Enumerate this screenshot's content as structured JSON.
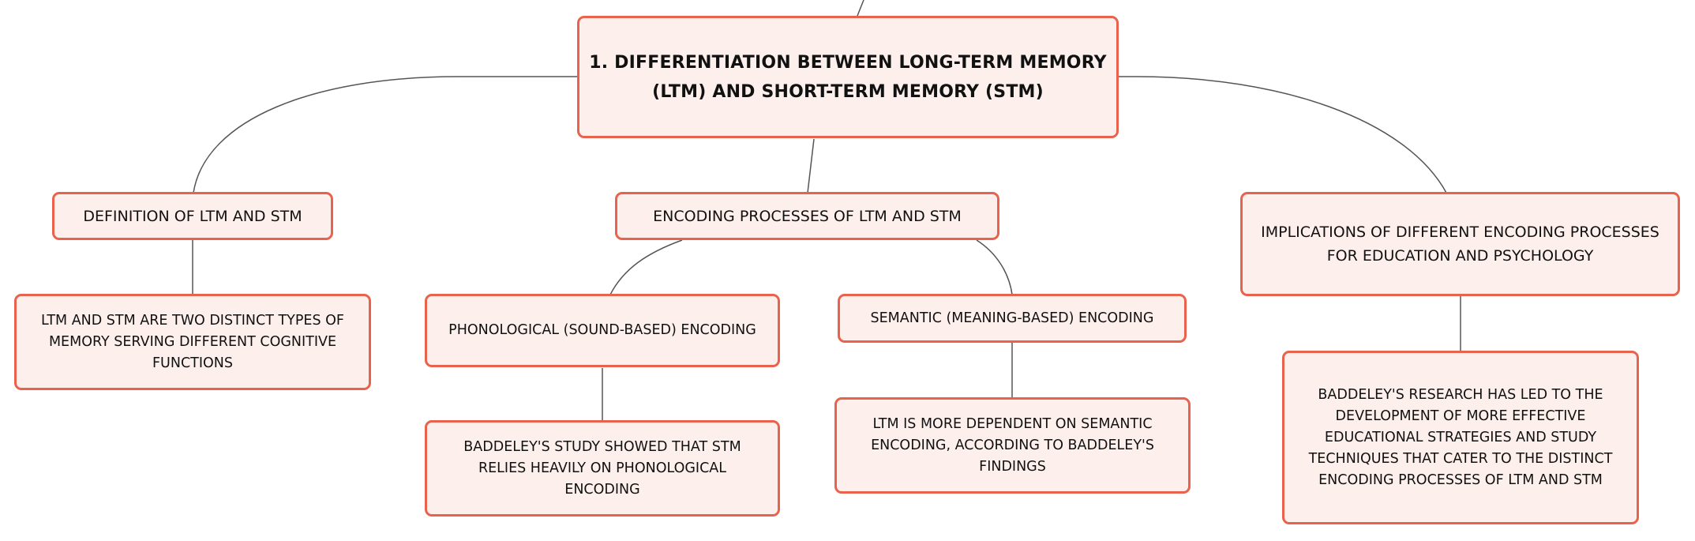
{
  "diagram": {
    "root": {
      "label": "1. DIFFERENTIATION BETWEEN LONG-TERM MEMORY (LTM) AND SHORT-TERM MEMORY (STM)"
    },
    "branches": [
      {
        "label": "DEFINITION OF LTM AND STM",
        "detail": "LTM AND STM ARE TWO DISTINCT TYPES OF MEMORY SERVING DIFFERENT COGNITIVE FUNCTIONS"
      },
      {
        "label": "ENCODING PROCESSES OF LTM AND STM",
        "children": [
          {
            "label": "PHONOLOGICAL (SOUND-BASED) ENCODING",
            "detail": "BADDELEY'S STUDY SHOWED THAT STM RELIES HEAVILY ON PHONOLOGICAL ENCODING"
          },
          {
            "label": "SEMANTIC (MEANING-BASED) ENCODING",
            "detail": "LTM IS MORE DEPENDENT ON SEMANTIC ENCODING, ACCORDING TO BADDELEY'S FINDINGS"
          }
        ]
      },
      {
        "label": "IMPLICATIONS OF DIFFERENT ENCODING PROCESSES FOR EDUCATION AND PSYCHOLOGY",
        "detail": "BADDELEY'S RESEARCH HAS LED TO THE DEVELOPMENT OF MORE EFFECTIVE EDUCATIONAL STRATEGIES AND STUDY TECHNIQUES THAT CATER TO THE DISTINCT ENCODING PROCESSES OF LTM AND STM"
      }
    ]
  },
  "colors": {
    "node_fill": "#fdf0ec",
    "node_border": "#e8624d",
    "connector": "#555555",
    "text": "#111111"
  }
}
